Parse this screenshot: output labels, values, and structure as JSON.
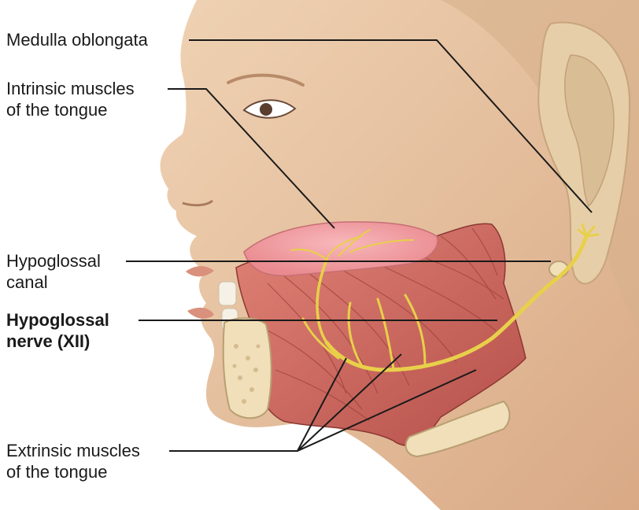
{
  "labels": {
    "medulla": {
      "line1": "Medulla oblongata"
    },
    "intrinsic": {
      "line1": "Intrinsic muscles",
      "line2": "of the tongue"
    },
    "canal": {
      "line1": "Hypoglossal",
      "line2": "canal"
    },
    "nerve": {
      "line1": "Hypoglossal",
      "line2": "nerve (XII)"
    },
    "extrinsic": {
      "line1": "Extrinsic muscles",
      "line2": "of the tongue"
    }
  },
  "colors": {
    "skin": "#e9c7a4",
    "skin_shadow": "#c99a76",
    "muscle": "#cf6a60",
    "muscle_dark": "#9e3d38",
    "tongue_top": "#f2a0a3",
    "nerve": "#e8d04a",
    "bone": "#f0dfb8",
    "ear": "#e2c8a2",
    "leader": "#1a1a1a"
  }
}
